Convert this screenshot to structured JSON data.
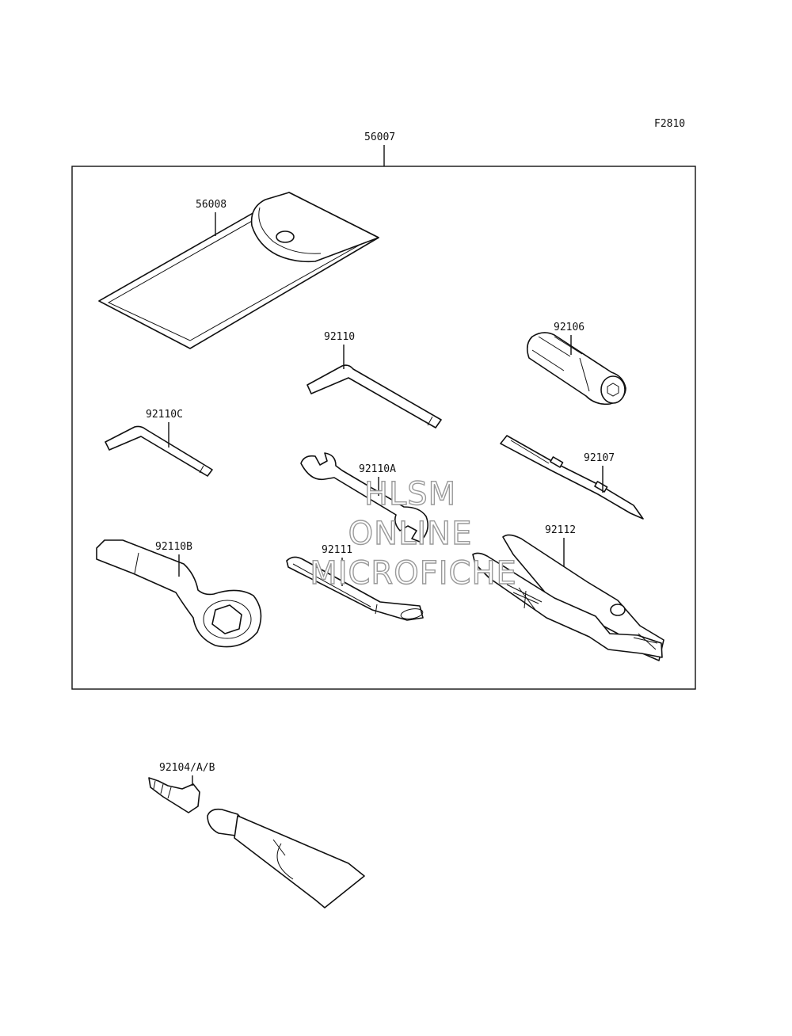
{
  "figure_code": "F2810",
  "assembly_label": "56007",
  "parts": {
    "tool_bag": "56008",
    "hex_wrench": "92110",
    "hex_wrench_c": "92110C",
    "socket_wrench": "92106",
    "screwdriver": "92107",
    "open_end_wrench": "92110A",
    "box_wrench": "92110B",
    "handle_bar": "92111",
    "pliers": "92112",
    "repair_kit": "92104/A/B"
  },
  "watermark": {
    "line1": "HLSM",
    "line2": "ONLINE",
    "line3": "MICROFICHE"
  }
}
